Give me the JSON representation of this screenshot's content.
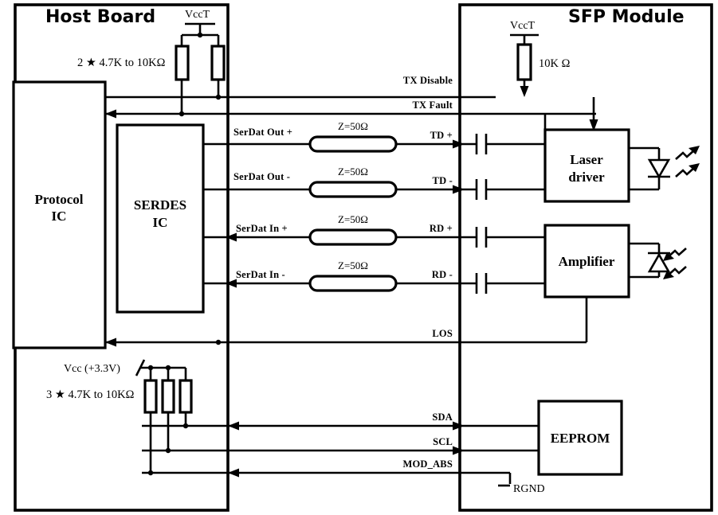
{
  "diagram": {
    "title_host": "Host Board",
    "title_sfp": "SFP Module",
    "blocks": {
      "protocol_ic_line1": "Protocol",
      "protocol_ic_line2": "IC",
      "serdes_ic_line1": "SERDES",
      "serdes_ic_line2": "IC",
      "laser_driver_line1": "Laser",
      "laser_driver_line2": "driver",
      "amplifier": "Amplifier",
      "eeprom": "EEPROM"
    },
    "supplies": {
      "host_vcct": "VccT",
      "sfp_vcct": "VccT",
      "host_pullup_note": "2 ★ 4.7K to 10KΩ",
      "sfp_pullup_value": "10K Ω",
      "vcc_rail": "Vcc (+3.3V)",
      "i2c_pullup_note": "3 ★ 4.7K to 10KΩ",
      "ground": "RGND"
    },
    "signals": {
      "tx_disable": "TX Disable",
      "tx_fault": "TX Fault",
      "los": "LOS",
      "sda": "SDA",
      "scl": "SCL",
      "mod_abs": "MOD_ABS"
    },
    "host_pins": {
      "serdat_out_p": "SerDat Out +",
      "serdat_out_n": "SerDat Out -",
      "serdat_in_p": "SerDat In +",
      "serdat_in_n": "SerDat In -"
    },
    "module_pins": {
      "td_p": "TD +",
      "td_n": "TD -",
      "rd_p": "RD +",
      "rd_n": "RD -"
    },
    "transmission_lines": {
      "z1": "Z=50Ω",
      "z2": "Z=50Ω",
      "z3": "Z=50Ω",
      "z4": "Z=50Ω"
    },
    "optics": {
      "laser_diode": "laser-diode-symbol",
      "photo_diode": "photodiode-symbol"
    },
    "colors": {
      "ink": "#000000",
      "paper": "#ffffff"
    }
  }
}
